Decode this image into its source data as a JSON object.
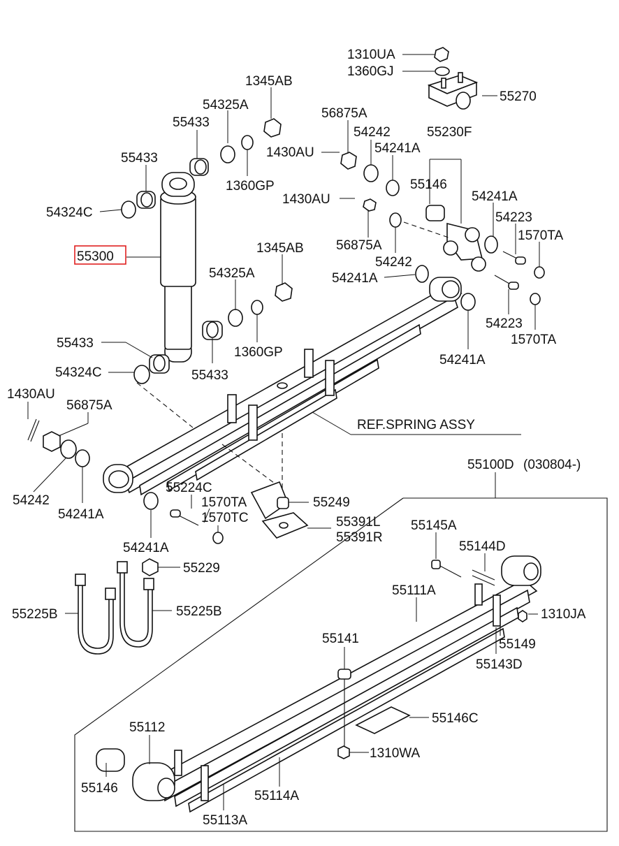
{
  "diagram": {
    "reference_label": "REF.SPRING ASSY",
    "assembly_label": "55100D",
    "assembly_note": "(030804-)",
    "highlight_color": "#e02020",
    "labels": [
      {
        "id": "l1",
        "text": "1310UA"
      },
      {
        "id": "l2",
        "text": "1360GJ"
      },
      {
        "id": "l3",
        "text": "55270"
      },
      {
        "id": "l4",
        "text": "1345AB"
      },
      {
        "id": "l5",
        "text": "54325A"
      },
      {
        "id": "l6",
        "text": "55433"
      },
      {
        "id": "l7",
        "text": "56875A"
      },
      {
        "id": "l8",
        "text": "55230F"
      },
      {
        "id": "l9",
        "text": "54242"
      },
      {
        "id": "l10",
        "text": "55433"
      },
      {
        "id": "l11",
        "text": "1430AU"
      },
      {
        "id": "l12",
        "text": "54241A"
      },
      {
        "id": "l13",
        "text": "1360GP"
      },
      {
        "id": "l14",
        "text": "55146"
      },
      {
        "id": "l15",
        "text": "54324C"
      },
      {
        "id": "l16",
        "text": "1430AU"
      },
      {
        "id": "l17",
        "text": "54241A"
      },
      {
        "id": "l18",
        "text": "54223"
      },
      {
        "id": "l19",
        "text": "1570TA"
      },
      {
        "id": "l20",
        "text": "55300"
      },
      {
        "id": "l21",
        "text": "56875A"
      },
      {
        "id": "l22",
        "text": "1345AB"
      },
      {
        "id": "l23",
        "text": "54242"
      },
      {
        "id": "l24",
        "text": "54325A"
      },
      {
        "id": "l25",
        "text": "54241A"
      },
      {
        "id": "l26",
        "text": "54223"
      },
      {
        "id": "l27",
        "text": "1570TA"
      },
      {
        "id": "l28",
        "text": "55433"
      },
      {
        "id": "l29",
        "text": "1360GP"
      },
      {
        "id": "l30",
        "text": "54241A"
      },
      {
        "id": "l31",
        "text": "54324C"
      },
      {
        "id": "l32",
        "text": "55433"
      },
      {
        "id": "l33",
        "text": "1430AU"
      },
      {
        "id": "l34",
        "text": "56875A"
      },
      {
        "id": "l35",
        "text": "54242"
      },
      {
        "id": "l36",
        "text": "54241A"
      },
      {
        "id": "l37",
        "text": "55224C"
      },
      {
        "id": "l38",
        "text": "1570TA"
      },
      {
        "id": "l39",
        "text": "1570TC"
      },
      {
        "id": "l40",
        "text": "55249"
      },
      {
        "id": "l41",
        "text": "55391L"
      },
      {
        "id": "l42",
        "text": "55391R"
      },
      {
        "id": "l43",
        "text": "54241A"
      },
      {
        "id": "l44",
        "text": "55229"
      },
      {
        "id": "l45",
        "text": "55225B"
      },
      {
        "id": "l46",
        "text": "55225B"
      },
      {
        "id": "l47",
        "text": "55145A"
      },
      {
        "id": "l48",
        "text": "55144D"
      },
      {
        "id": "l49",
        "text": "55111A"
      },
      {
        "id": "l50",
        "text": "1310JA"
      },
      {
        "id": "l51",
        "text": "55141"
      },
      {
        "id": "l52",
        "text": "55149"
      },
      {
        "id": "l53",
        "text": "55143D"
      },
      {
        "id": "l54",
        "text": "55146C"
      },
      {
        "id": "l55",
        "text": "55112"
      },
      {
        "id": "l56",
        "text": "1310WA"
      },
      {
        "id": "l57",
        "text": "55146"
      },
      {
        "id": "l58",
        "text": "55114A"
      },
      {
        "id": "l59",
        "text": "55113A"
      }
    ]
  }
}
